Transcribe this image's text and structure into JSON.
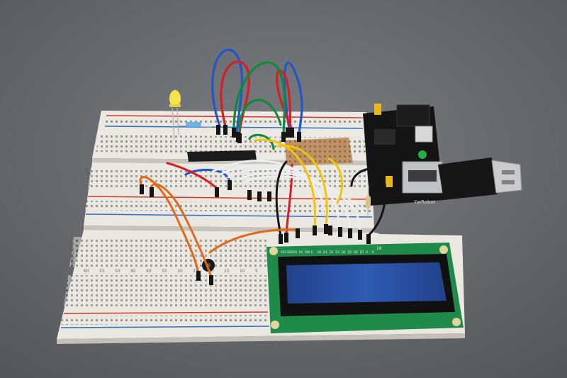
{
  "photo": {
    "board_text": "YwRobot",
    "lcd_pin_labels": [
      "VSS",
      "VDD",
      "VO",
      "RS",
      "RW",
      "E",
      "D0",
      "D1",
      "D2",
      "D3",
      "D4",
      "D5",
      "D6",
      "D7",
      "A",
      "K"
    ],
    "lcd_pin_start": "1",
    "lcd_pin_end": "16",
    "row_letters_top": "j i h g f",
    "row_letters_bottom": "e d c b a",
    "column_numbers": [
      "5",
      "10",
      "15",
      "20",
      "25",
      "30",
      "35",
      "40",
      "45",
      "50",
      "55",
      "60"
    ],
    "colors": {
      "surface": "#6f7275",
      "breadboard": "#e9e6df",
      "rail_red": "#d2372c",
      "rail_blue": "#2e6fc2",
      "pcb_green": "#1f8a4a",
      "lcd_screen": "#2b4f9e",
      "wire_red": "#d41f26",
      "wire_blue": "#2355c8",
      "wire_green": "#0f8a3c",
      "wire_yellow": "#f2c40f",
      "wire_orange": "#e06a1c",
      "wire_white": "#eeeeee",
      "wire_black": "#141414",
      "led_yellow": "#f4e34a"
    }
  }
}
